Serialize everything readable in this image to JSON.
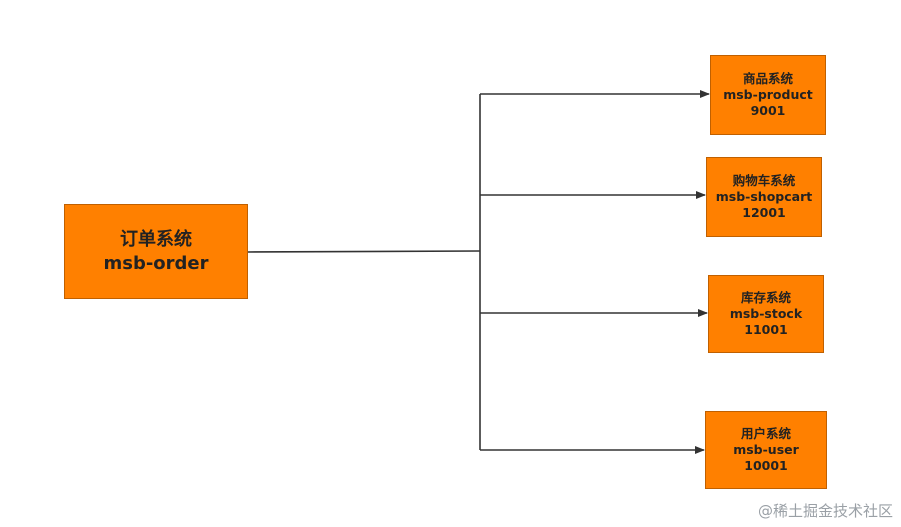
{
  "diagram": {
    "nodes": {
      "order": {
        "lines": [
          "订单系统",
          "msb-order"
        ]
      },
      "product": {
        "lines": [
          "商品系统",
          "msb-product",
          "9001"
        ]
      },
      "shopcart": {
        "lines": [
          "购物车系统",
          "msb-shopcart",
          "12001"
        ]
      },
      "stock": {
        "lines": [
          "库存系统",
          "msb-stock",
          "11001"
        ]
      },
      "user": {
        "lines": [
          "用户系统",
          "msb-user",
          "10001"
        ]
      }
    },
    "edges": [
      {
        "from": "order",
        "to": "product"
      },
      {
        "from": "order",
        "to": "shopcart"
      },
      {
        "from": "order",
        "to": "stock"
      },
      {
        "from": "order",
        "to": "user"
      }
    ],
    "colors": {
      "node_fill": "#ff8000",
      "edge": "#333333"
    }
  },
  "watermark": "@稀土掘金技术社区"
}
